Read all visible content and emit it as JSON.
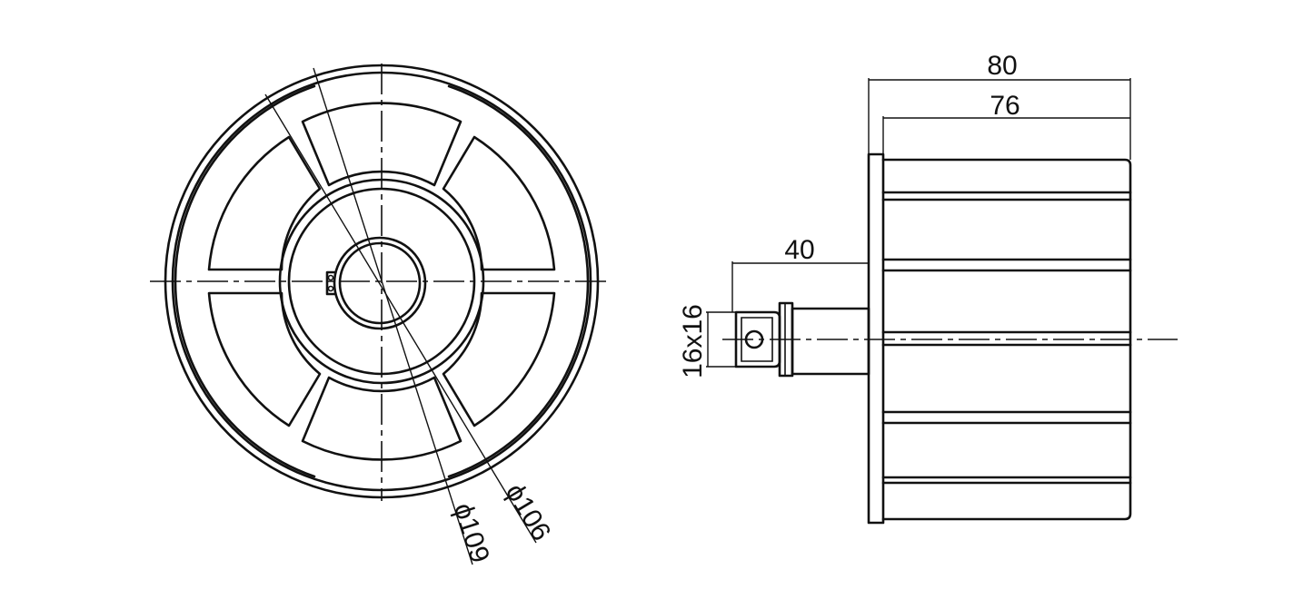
{
  "dimensions": {
    "outer_diameter": "ϕ109",
    "inner_diameter": "ϕ106",
    "overall_length": "80",
    "body_length": "76",
    "shaft_length": "40",
    "shaft_section": "16x16"
  }
}
